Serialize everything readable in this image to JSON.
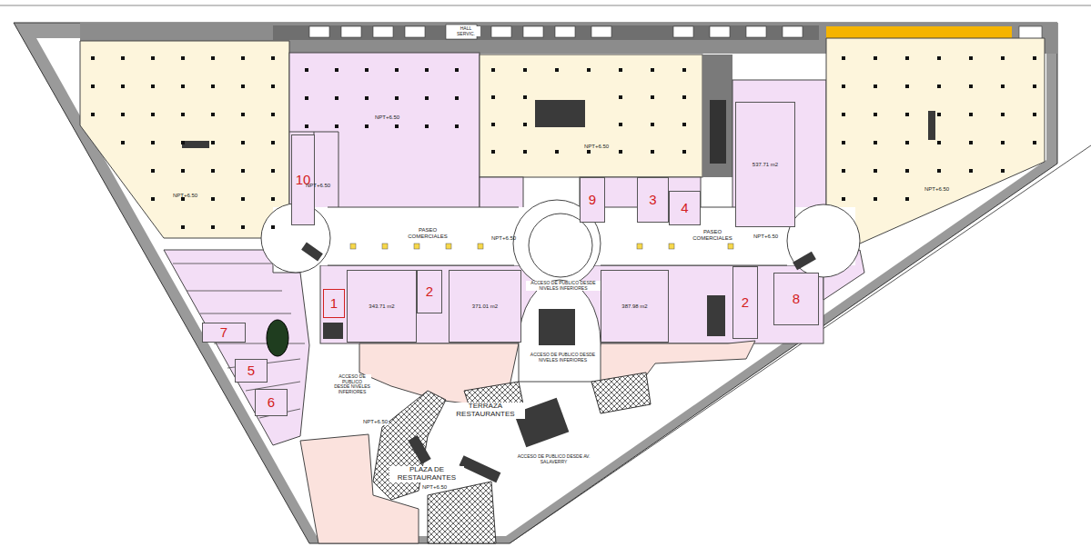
{
  "diagram": {
    "nodes": [
      {
        "text": [
          "10"
        ]
      },
      {
        "text": [
          "9"
        ]
      },
      {
        "text": [
          "3"
        ]
      },
      {
        "text": [
          "4"
        ]
      },
      {
        "text": [
          "537.71 m2"
        ]
      },
      {
        "text": [
          "1"
        ]
      },
      {
        "text": [
          "343.71 m2"
        ]
      },
      {
        "text": [
          "2"
        ]
      },
      {
        "text": [
          "371.01 m2"
        ]
      },
      {
        "text": [
          "387.98 m2"
        ]
      },
      {
        "text": [
          "2"
        ]
      },
      {
        "text": [
          "8"
        ]
      },
      {
        "text": [
          "7"
        ]
      },
      {
        "text": [
          "5"
        ]
      },
      {
        "text": [
          "6"
        ]
      }
    ],
    "labels": [
      "HALL SERVIC.",
      "NPT+6.50",
      "NPT+6.50",
      "NPT+6.50",
      "NPT+6.50",
      "NPT+6.50",
      "PASEO COMERCIALES",
      "NPT+6.50",
      "PASEO COMERCIALES",
      "NPT+6.50",
      "ACCESO DE PUBLICO DESDE NIVELES INFERIORES",
      "ACCESO DE PUBLICO DESDE NIVELES INFERIORES",
      "ACCESO DE PUBLICO DESDE NIVELES INFERIORES",
      "TERRAZA RESTAURANTES",
      "NPT+6.50",
      "PLAZA DE RESTAURANTES",
      "NPT+6.50",
      "ACCESO DE PUBLICO DESDE AV. SALAVERRY"
    ]
  }
}
